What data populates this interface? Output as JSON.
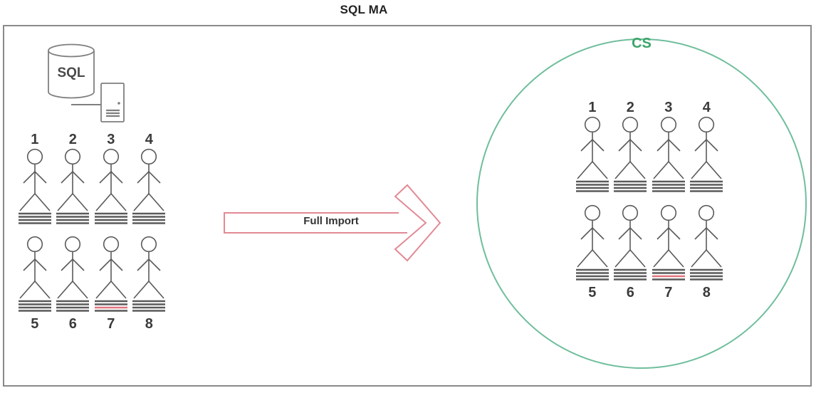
{
  "title": "SQL MA",
  "source": {
    "database_label": "SQL",
    "icon": "sql-database-with-server-icon"
  },
  "arrow": {
    "label": "Full Import",
    "direction": "right"
  },
  "connected_space": {
    "label": "CS"
  },
  "colors": {
    "figure_stroke": "#5a5a5a",
    "icon_stroke": "#7f7f7f",
    "accent_red": "#e2737f",
    "arrow_stroke": "#e28a95",
    "circle_green": "#6fbe9c",
    "cs_green": "#3ba468",
    "border_gray": "#8a8a8a",
    "number_color": "#3b3b3b",
    "label_color": "#333333",
    "sql_text_color": "#4a4a4a"
  },
  "left_group": {
    "rows": [
      {
        "number_position": "above",
        "figures": [
          {
            "number": "1",
            "red_line": false
          },
          {
            "number": "2",
            "red_line": false
          },
          {
            "number": "3",
            "red_line": false
          },
          {
            "number": "4",
            "red_line": false
          }
        ]
      },
      {
        "number_position": "below",
        "figures": [
          {
            "number": "5",
            "red_line": false
          },
          {
            "number": "6",
            "red_line": false
          },
          {
            "number": "7",
            "red_line": true
          },
          {
            "number": "8",
            "red_line": false
          }
        ]
      }
    ]
  },
  "right_group": {
    "rows": [
      {
        "number_position": "above",
        "figures": [
          {
            "number": "1",
            "red_line": false
          },
          {
            "number": "2",
            "red_line": false
          },
          {
            "number": "3",
            "red_line": false
          },
          {
            "number": "4",
            "red_line": false
          }
        ]
      },
      {
        "number_position": "below",
        "figures": [
          {
            "number": "5",
            "red_line": false
          },
          {
            "number": "6",
            "red_line": false
          },
          {
            "number": "7",
            "red_line": true
          },
          {
            "number": "8",
            "red_line": false
          }
        ]
      }
    ]
  }
}
